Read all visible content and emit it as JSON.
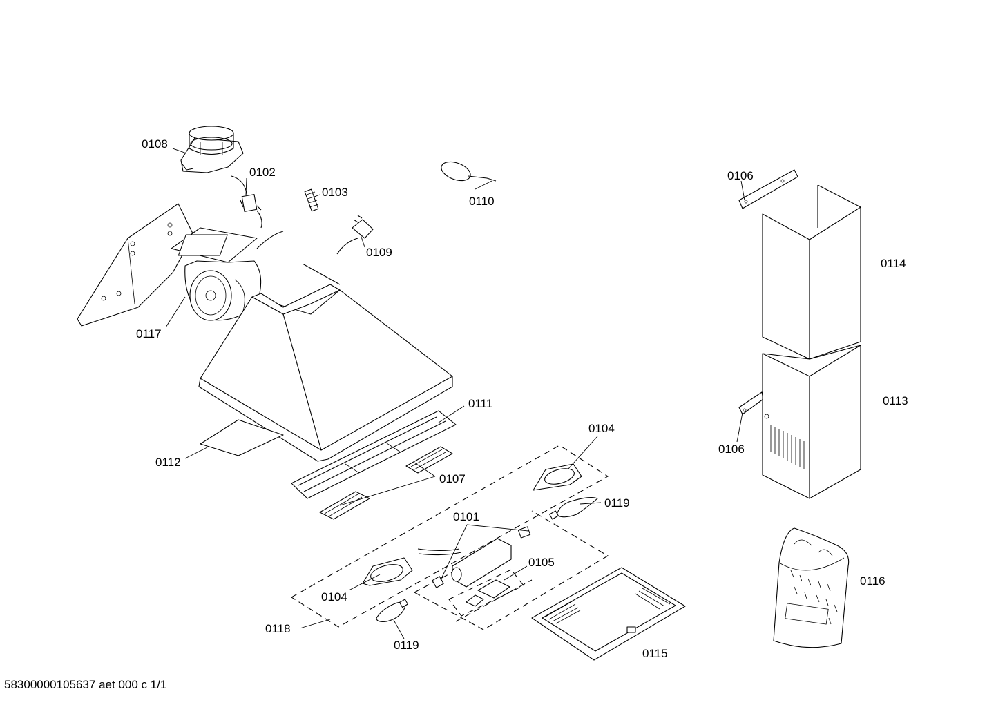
{
  "diagram": {
    "parts": [
      {
        "id": "0101",
        "label": "0101"
      },
      {
        "id": "0102",
        "label": "0102"
      },
      {
        "id": "0103",
        "label": "0103"
      },
      {
        "id": "0104",
        "label": "0104"
      },
      {
        "id": "0105",
        "label": "0105"
      },
      {
        "id": "0106",
        "label": "0106"
      },
      {
        "id": "0107",
        "label": "0107"
      },
      {
        "id": "0108",
        "label": "0108"
      },
      {
        "id": "0109",
        "label": "0109"
      },
      {
        "id": "0110",
        "label": "0110"
      },
      {
        "id": "0111",
        "label": "0111"
      },
      {
        "id": "0112",
        "label": "0112"
      },
      {
        "id": "0113",
        "label": "0113"
      },
      {
        "id": "0114",
        "label": "0114"
      },
      {
        "id": "0115",
        "label": "0115"
      },
      {
        "id": "0116",
        "label": "0116"
      },
      {
        "id": "0117",
        "label": "0117"
      },
      {
        "id": "0118",
        "label": "0118"
      },
      {
        "id": "0119",
        "label": "0119"
      }
    ],
    "footer": "58300000105637 aet 000 c 1/1"
  }
}
